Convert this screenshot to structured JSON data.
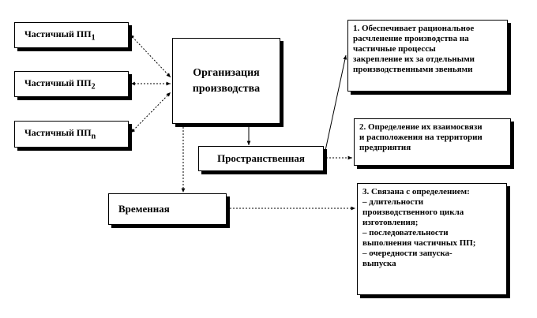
{
  "partial_boxes": [
    {
      "text": "Частичный ПП",
      "sub": "1"
    },
    {
      "text": "Частичный ПП",
      "sub": "2"
    },
    {
      "text": "Частичный ПП",
      "sub": "n"
    }
  ],
  "org_box": {
    "line1": "Организация",
    "line2": "производства"
  },
  "spatial_box": {
    "text": "Пространственная"
  },
  "temporal_box": {
    "text": "Временная"
  },
  "desc1": {
    "lines": [
      "1. Обеспечивает рациональное",
      "расчленение производства на",
      "частичные процессы",
      "закрепление их за отдельными",
      "производственными звеньями"
    ]
  },
  "desc2": {
    "lines": [
      "2. Определение их взаимосвязи",
      "и расположения на территории",
      "предприятия"
    ]
  },
  "desc3": {
    "lines": [
      "3. Связана с определением:",
      "– длительности",
      "производственного цикла",
      "изготовления;",
      "– последовательности",
      "выполнения частичных ПП;",
      "– очередности запуска-",
      "выпуска"
    ]
  }
}
